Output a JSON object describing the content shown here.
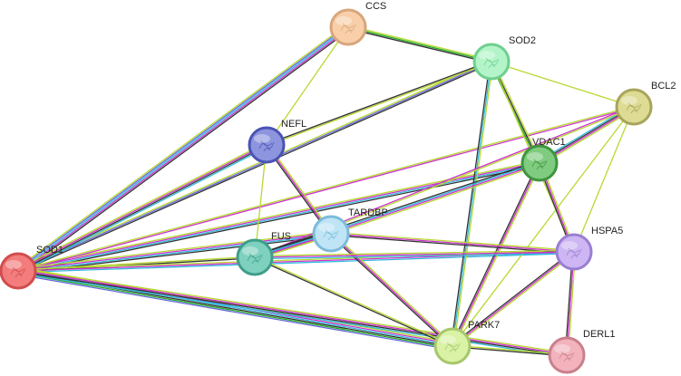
{
  "network": {
    "edge_colors": {
      "text_mining": "#b7d931",
      "experimental": "#cc33cc",
      "database": "#33bbdd",
      "coexpression": "#333333",
      "neighborhood": "#22aa22",
      "homology": "#6666dd"
    },
    "nodes": [
      {
        "id": "SOD1",
        "label": "SOD1",
        "color": "#f37d7d",
        "stroke": "#d14d4d"
      },
      {
        "id": "CCS",
        "label": "CCS",
        "color": "#f8cfa9",
        "stroke": "#d8a67b"
      },
      {
        "id": "SOD2",
        "label": "SOD2",
        "color": "#b3f5c8",
        "stroke": "#6fcf8f"
      },
      {
        "id": "NEFL",
        "label": "NEFL",
        "color": "#8c95de",
        "stroke": "#4b53b4"
      },
      {
        "id": "BCL2",
        "label": "BCL2",
        "color": "#dedb95",
        "stroke": "#a8a45b"
      },
      {
        "id": "VDAC1",
        "label": "VDAC1",
        "color": "#7fcb7f",
        "stroke": "#3f953f"
      },
      {
        "id": "TARDBP",
        "label": "TARDBP",
        "color": "#bfe4f6",
        "stroke": "#7cbcd9"
      },
      {
        "id": "FUS",
        "label": "FUS",
        "color": "#7fd1bf",
        "stroke": "#3e9e8a"
      },
      {
        "id": "HSPA5",
        "label": "HSPA5",
        "color": "#cdb6f3",
        "stroke": "#9a7fd1"
      },
      {
        "id": "PARK7",
        "label": "PARK7",
        "color": "#d9f2a6",
        "stroke": "#a6c76b"
      },
      {
        "id": "DERL1",
        "label": "DERL1",
        "color": "#f2b3bd",
        "stroke": "#c9808c"
      }
    ],
    "edges": [
      {
        "source": "SOD1",
        "target": "CCS",
        "types": [
          "text_mining",
          "homology",
          "database",
          "experimental",
          "coexpression"
        ]
      },
      {
        "source": "SOD1",
        "target": "SOD2",
        "types": [
          "text_mining",
          "homology",
          "coexpression"
        ]
      },
      {
        "source": "SOD1",
        "target": "NEFL",
        "types": [
          "text_mining",
          "experimental",
          "coexpression",
          "database"
        ]
      },
      {
        "source": "SOD1",
        "target": "VDAC1",
        "types": [
          "text_mining",
          "experimental",
          "database",
          "coexpression"
        ]
      },
      {
        "source": "SOD1",
        "target": "BCL2",
        "types": [
          "text_mining",
          "experimental"
        ]
      },
      {
        "source": "SOD1",
        "target": "TARDBP",
        "types": [
          "text_mining",
          "experimental",
          "database",
          "coexpression"
        ]
      },
      {
        "source": "SOD1",
        "target": "FUS",
        "types": [
          "text_mining",
          "coexpression"
        ]
      },
      {
        "source": "SOD1",
        "target": "HSPA5",
        "types": [
          "text_mining",
          "experimental",
          "database"
        ]
      },
      {
        "source": "SOD1",
        "target": "PARK7",
        "types": [
          "text_mining",
          "experimental",
          "database",
          "coexpression",
          "neighborhood",
          "homology"
        ]
      },
      {
        "source": "SOD1",
        "target": "DERL1",
        "types": [
          "text_mining",
          "experimental",
          "coexpression",
          "database"
        ]
      },
      {
        "source": "CCS",
        "target": "SOD2",
        "types": [
          "text_mining",
          "neighborhood",
          "coexpression"
        ]
      },
      {
        "source": "CCS",
        "target": "NEFL",
        "types": [
          "text_mining"
        ]
      },
      {
        "source": "SOD2",
        "target": "NEFL",
        "types": [
          "text_mining",
          "coexpression"
        ]
      },
      {
        "source": "SOD2",
        "target": "VDAC1",
        "types": [
          "text_mining",
          "coexpression",
          "neighborhood"
        ]
      },
      {
        "source": "SOD2",
        "target": "BCL2",
        "types": [
          "text_mining"
        ]
      },
      {
        "source": "SOD2",
        "target": "PARK7",
        "types": [
          "text_mining",
          "database",
          "coexpression"
        ]
      },
      {
        "source": "SOD2",
        "target": "HSPA5",
        "types": [
          "text_mining"
        ]
      },
      {
        "source": "NEFL",
        "target": "TARDBP",
        "types": [
          "text_mining",
          "experimental",
          "coexpression"
        ]
      },
      {
        "source": "NEFL",
        "target": "FUS",
        "types": [
          "text_mining"
        ]
      },
      {
        "source": "BCL2",
        "target": "VDAC1",
        "types": [
          "text_mining",
          "experimental",
          "coexpression",
          "database"
        ]
      },
      {
        "source": "BCL2",
        "target": "HSPA5",
        "types": [
          "text_mining"
        ]
      },
      {
        "source": "BCL2",
        "target": "PARK7",
        "types": [
          "text_mining"
        ]
      },
      {
        "source": "BCL2",
        "target": "FUS",
        "types": [
          "text_mining",
          "experimental"
        ]
      },
      {
        "source": "VDAC1",
        "target": "HSPA5",
        "types": [
          "text_mining",
          "experimental",
          "coexpression"
        ]
      },
      {
        "source": "VDAC1",
        "target": "PARK7",
        "types": [
          "text_mining",
          "experimental",
          "coexpression"
        ]
      },
      {
        "source": "VDAC1",
        "target": "FUS",
        "types": [
          "text_mining",
          "experimental",
          "database",
          "coexpression"
        ]
      },
      {
        "source": "TARDBP",
        "target": "FUS",
        "types": [
          "text_mining",
          "experimental",
          "database",
          "coexpression"
        ]
      },
      {
        "source": "TARDBP",
        "target": "HSPA5",
        "types": [
          "text_mining",
          "experimental",
          "coexpression"
        ]
      },
      {
        "source": "TARDBP",
        "target": "PARK7",
        "types": [
          "text_mining",
          "experimental",
          "coexpression"
        ]
      },
      {
        "source": "FUS",
        "target": "HSPA5",
        "types": [
          "text_mining",
          "experimental",
          "database"
        ]
      },
      {
        "source": "FUS",
        "target": "PARK7",
        "types": [
          "text_mining",
          "coexpression"
        ]
      },
      {
        "source": "HSPA5",
        "target": "PARK7",
        "types": [
          "text_mining",
          "experimental",
          "coexpression"
        ]
      },
      {
        "source": "HSPA5",
        "target": "DERL1",
        "types": [
          "text_mining",
          "experimental",
          "coexpression"
        ]
      },
      {
        "source": "PARK7",
        "target": "DERL1",
        "types": [
          "text_mining",
          "coexpression"
        ]
      }
    ]
  }
}
